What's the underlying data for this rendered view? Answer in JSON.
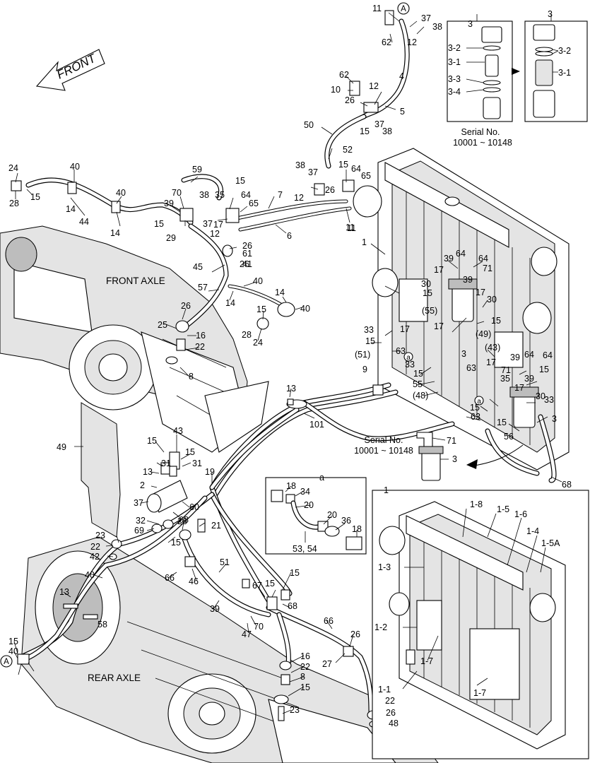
{
  "labels": {
    "front_arrow": "FRONT",
    "front_axle": "FRONT AXLE",
    "rear_axle": "REAR AXLE",
    "serial_top": "Serial No.",
    "serial_top_range": "10001 ~ 10148",
    "serial_mid": "Serial No.",
    "serial_mid_range": "10001 ~ 10148",
    "detail_a_title": "a",
    "detail_1_title": "1",
    "inset3_title_left": "3",
    "inset3_title_right": "3",
    "callout_A": "A"
  },
  "inset3_left": [
    "3-2",
    "3-1",
    "3-3",
    "3-4"
  ],
  "inset3_right": [
    "3-2",
    "3-1"
  ],
  "detail_a": [
    "18",
    "34",
    "20",
    "20",
    "36",
    "18",
    "53, 54"
  ],
  "detail_1": [
    "1-8",
    "1-5",
    "1-6",
    "1-4",
    "1-5A",
    "1-3",
    "1-2",
    "1-7",
    "1-7",
    "1-1"
  ],
  "mid_inset": [
    "71",
    "3"
  ],
  "callouts": [
    "11",
    "37",
    "38",
    "62",
    "12",
    "62",
    "4",
    "10",
    "12",
    "26",
    "5",
    "15",
    "37",
    "38",
    "50",
    "52",
    "38",
    "37",
    "15",
    "64",
    "26",
    "65",
    "12",
    "11",
    "24",
    "40",
    "15",
    "28",
    "14",
    "44",
    "14",
    "40",
    "59",
    "70",
    "38",
    "35",
    "15",
    "64",
    "39",
    "17",
    "65",
    "7",
    "15",
    "37",
    "12",
    "6",
    "11",
    "29",
    "26",
    "61",
    "41",
    "45",
    "26",
    "40",
    "57",
    "14",
    "14",
    "15",
    "40",
    "28",
    "24",
    "26",
    "25",
    "16",
    "22",
    "8",
    "1",
    "39",
    "64",
    "64",
    "17",
    "71",
    "39",
    "30",
    "15",
    "(55)",
    "17",
    "30",
    "15",
    "(49)",
    "33",
    "17",
    "15",
    "(51)",
    "63",
    "3",
    "17",
    "(43)",
    "39",
    "64",
    "64",
    "35",
    "71",
    "39",
    "15",
    "17",
    "33",
    "63",
    "15",
    "55",
    "(48)",
    "9",
    "17",
    "30",
    "33",
    "15",
    "63",
    "15",
    "3",
    "56",
    "68",
    "13",
    "101",
    "49",
    "43",
    "15",
    "15",
    "31",
    "31",
    "13",
    "19",
    "2",
    "37",
    "60",
    "68",
    "21",
    "32",
    "69",
    "26",
    "15",
    "23",
    "22",
    "42",
    "40",
    "66",
    "46",
    "51",
    "15",
    "67",
    "15",
    "68",
    "13",
    "58",
    "39",
    "70",
    "47",
    "66",
    "26",
    "27",
    "16",
    "22",
    "8",
    "15",
    "23",
    "22",
    "26",
    "48",
    "15",
    "40"
  ]
}
